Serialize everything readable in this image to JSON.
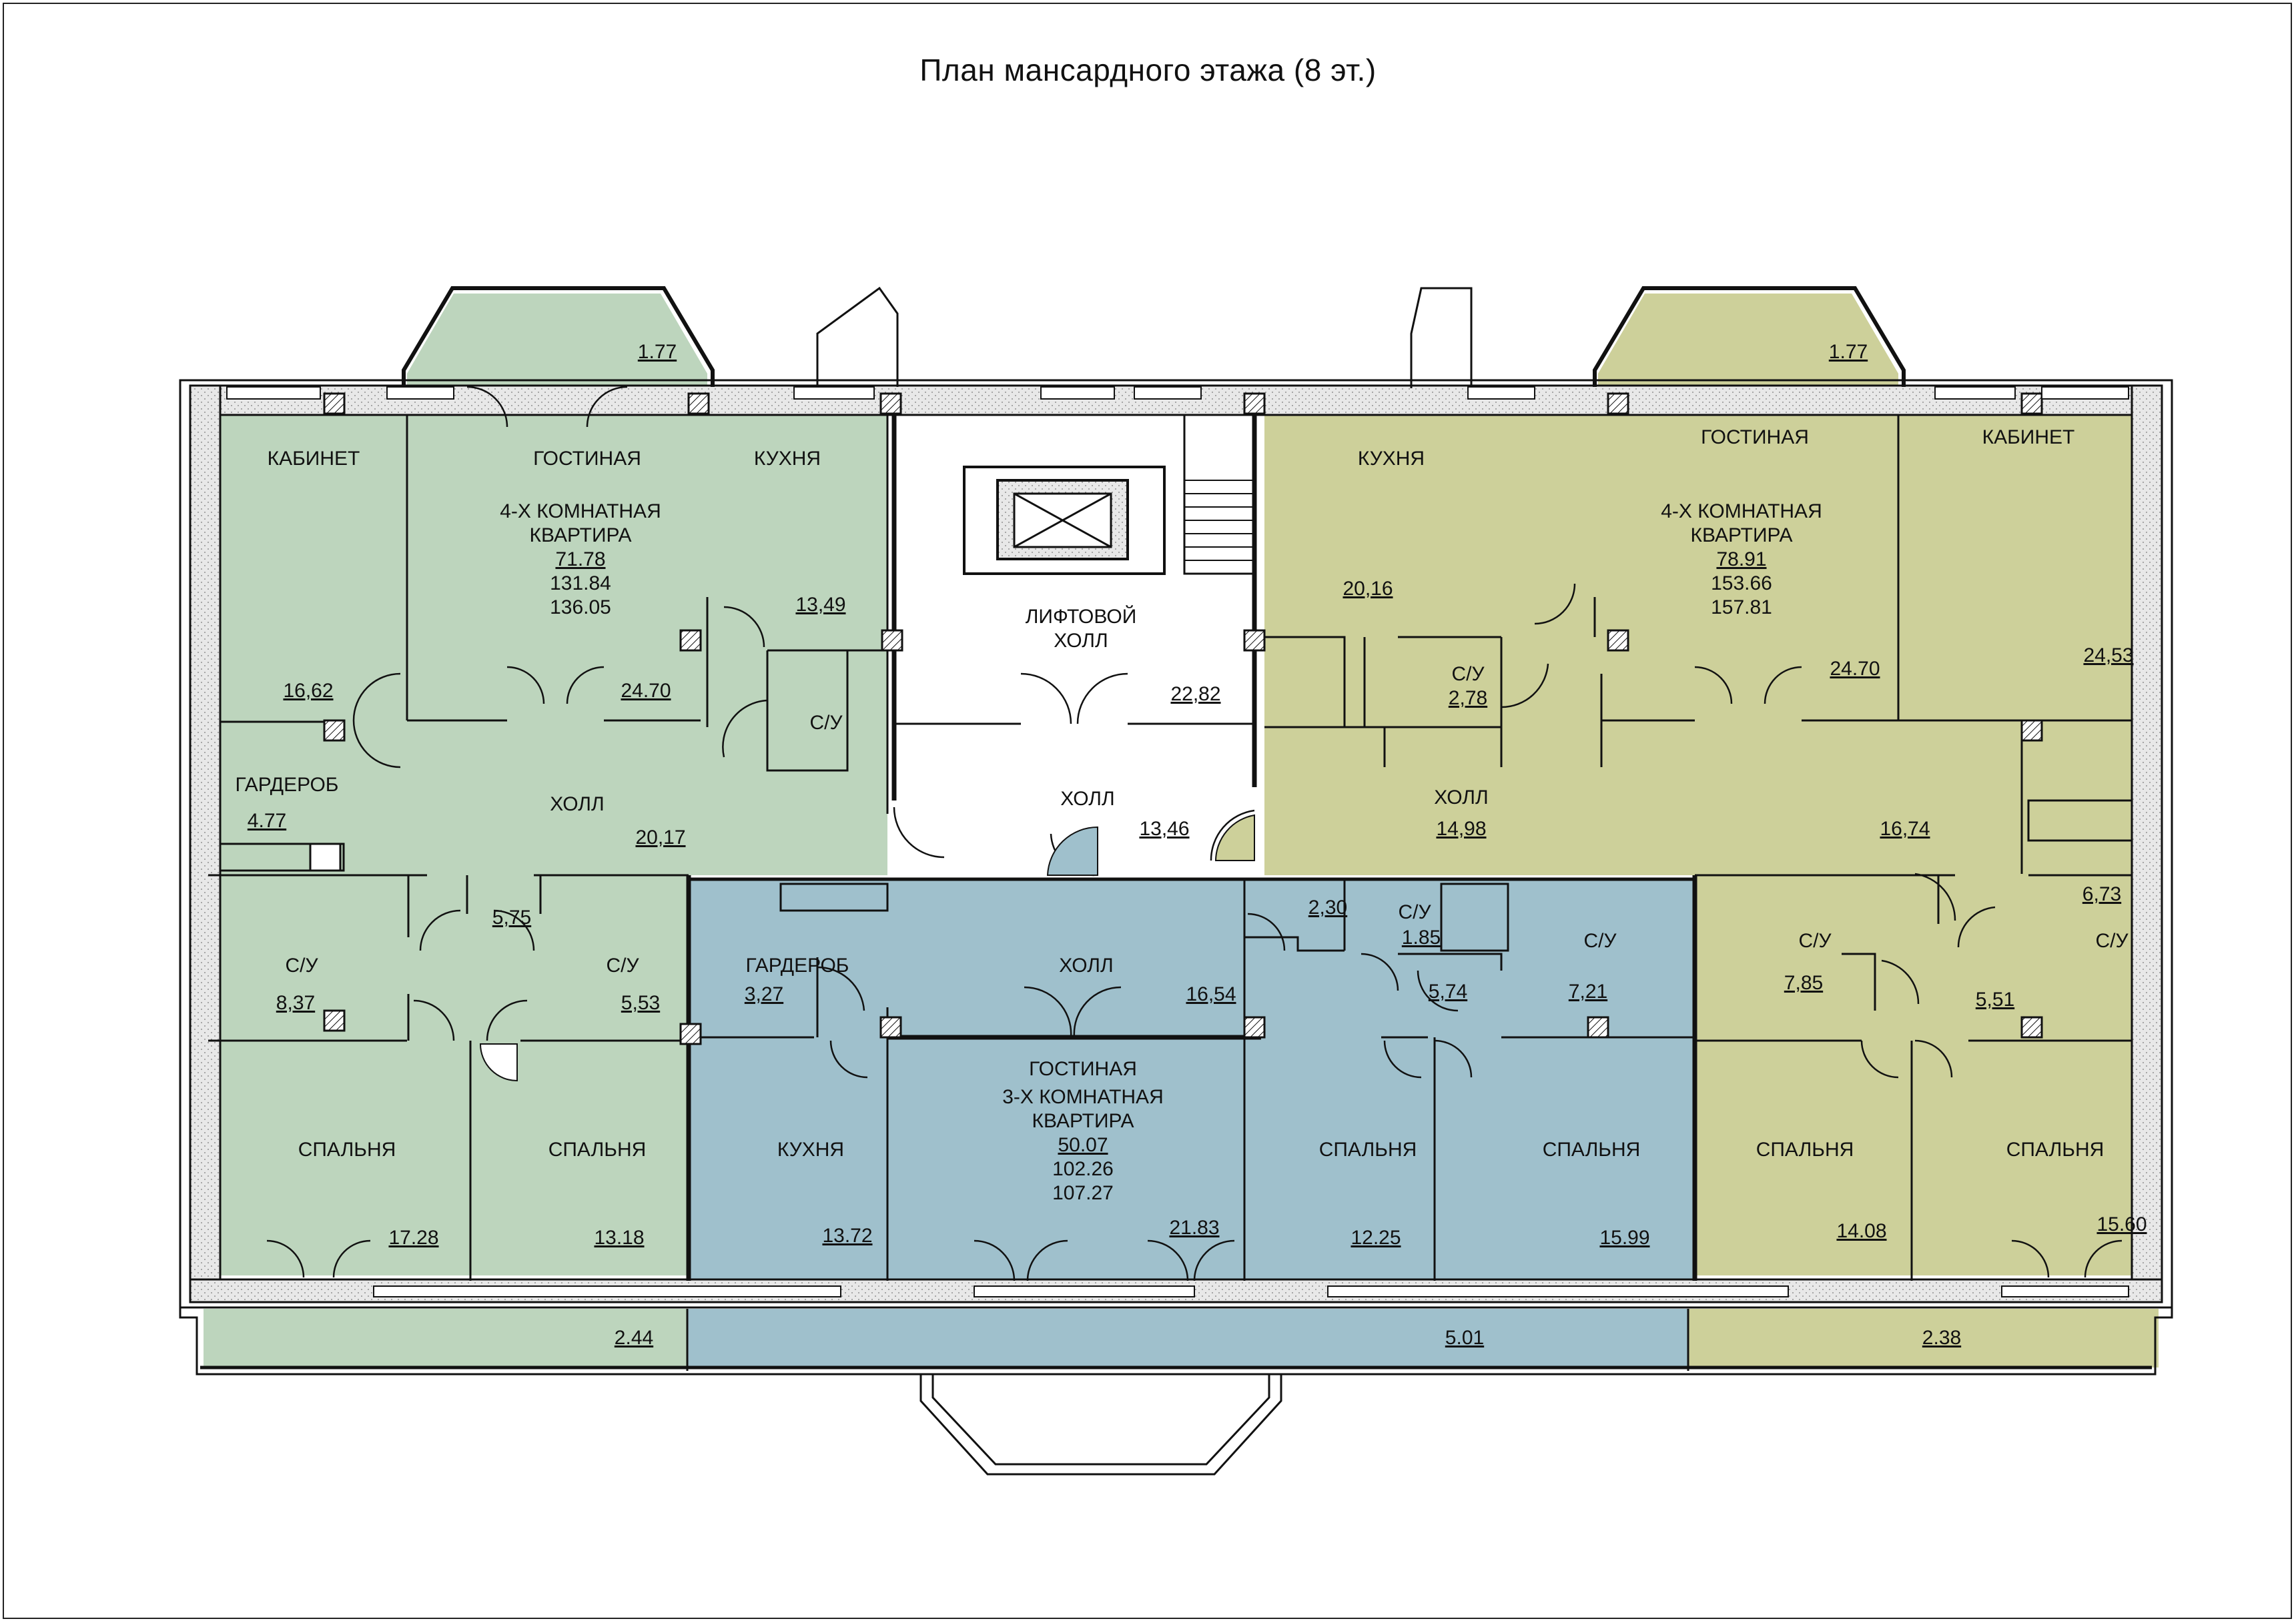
{
  "title": "План мансардного этажа (8 эт.)",
  "colors": {
    "apartment_left": "#bdd5bd",
    "apartment_right": "#cdd09a",
    "apartment_bottom": "#9fc0cc",
    "common": "#ffffff",
    "wall_hatch": "#e6e6e6",
    "wall_line": "#111111"
  },
  "apartments": {
    "left": {
      "type": "4-Х КОМНАТНАЯ КВАРТИРА",
      "line1": "4-Х КОМНАТНАЯ",
      "line2": "КВАРТИРА",
      "living_area": "71.78",
      "total_area": "131.84",
      "total_area_with_balcony": "136.05",
      "rooms": {
        "cabinet": {
          "name": "КАБИНЕТ",
          "area": "16,62"
        },
        "living": {
          "name": "ГОСТИНАЯ",
          "area": "24.70"
        },
        "kitchen": {
          "name": "КУХНЯ",
          "area": "13,49"
        },
        "bay": {
          "area": "1.77"
        },
        "bath_a": {
          "name": "С/У"
        },
        "wardrobe": {
          "name": "ГАРДЕРОБ",
          "area": "4.77"
        },
        "hall": {
          "name": "ХОЛЛ",
          "area": "20,17"
        },
        "corridor": {
          "area": "5,75"
        },
        "bath_b": {
          "name": "С/У",
          "area": "8,37"
        },
        "bath_c": {
          "name": "С/У",
          "area": "5,53"
        },
        "bedroom_a": {
          "name": "СПАЛЬНЯ",
          "area": "17.28"
        },
        "bedroom_b": {
          "name": "СПАЛЬНЯ",
          "area": "13.18"
        },
        "balcony": {
          "area": "2.44"
        }
      }
    },
    "right": {
      "type": "4-Х КОМНАТНАЯ КВАРТИРА",
      "line1": "4-Х КОМНАТНАЯ",
      "line2": "КВАРТИРА",
      "living_area": "78.91",
      "total_area": "153.66",
      "total_area_with_balcony": "157.81",
      "rooms": {
        "kitchen": {
          "name": "КУХНЯ",
          "area": "20,16"
        },
        "living": {
          "name": "ГОСТИНАЯ",
          "area": "24.70"
        },
        "cabinet": {
          "name": "КАБИНЕТ",
          "area": "24,53"
        },
        "bay": {
          "area": "1.77"
        },
        "bath_a": {
          "name": "С/У",
          "area": "2,78"
        },
        "hall": {
          "name": "ХОЛЛ",
          "area": "14,98"
        },
        "hall_b": {
          "area": "16,74"
        },
        "bath_b": {
          "name": "С/У",
          "area": "7,85"
        },
        "bath_c": {
          "name": "С/У",
          "area": "6,73"
        },
        "corridor": {
          "area": "5,51"
        },
        "bedroom_a": {
          "name": "СПАЛЬНЯ",
          "area": "14.08"
        },
        "bedroom_b": {
          "name": "СПАЛЬНЯ",
          "area": "15.60"
        },
        "balcony": {
          "area": "2.38"
        }
      }
    },
    "bottom": {
      "type": "3-Х КОМНАТНАЯ КВАРТИРА",
      "line1": "3-Х КОМНАТНАЯ",
      "line2": "КВАРТИРА",
      "living_area": "50.07",
      "total_area": "102.26",
      "total_area_with_balcony": "107.27",
      "rooms": {
        "wardrobe": {
          "name": "ГАРДЕРОБ",
          "area": "3,27"
        },
        "hall": {
          "name": "ХОЛЛ",
          "area": "16,54"
        },
        "kitchen": {
          "name": "КУХНЯ",
          "area": "13.72"
        },
        "living": {
          "name": "ГОСТИНАЯ",
          "area": "21.83"
        },
        "small_a": {
          "area": "2,30"
        },
        "bath_a": {
          "name": "С/У",
          "area": "1.85"
        },
        "corridor": {
          "area": "5,74"
        },
        "bath_b": {
          "name": "С/У",
          "area": "7,21"
        },
        "bedroom_a": {
          "name": "СПАЛЬНЯ",
          "area": "12.25"
        },
        "bedroom_b": {
          "name": "СПАЛЬНЯ",
          "area": "15.99"
        },
        "balcony": {
          "area": "5.01"
        }
      }
    }
  },
  "common": {
    "lift_hall": {
      "line1": "ЛИФТОВОЙ",
      "line2": "ХОЛЛ",
      "area": "22,82"
    },
    "hall": {
      "name": "ХОЛЛ",
      "area": "13,46"
    }
  }
}
